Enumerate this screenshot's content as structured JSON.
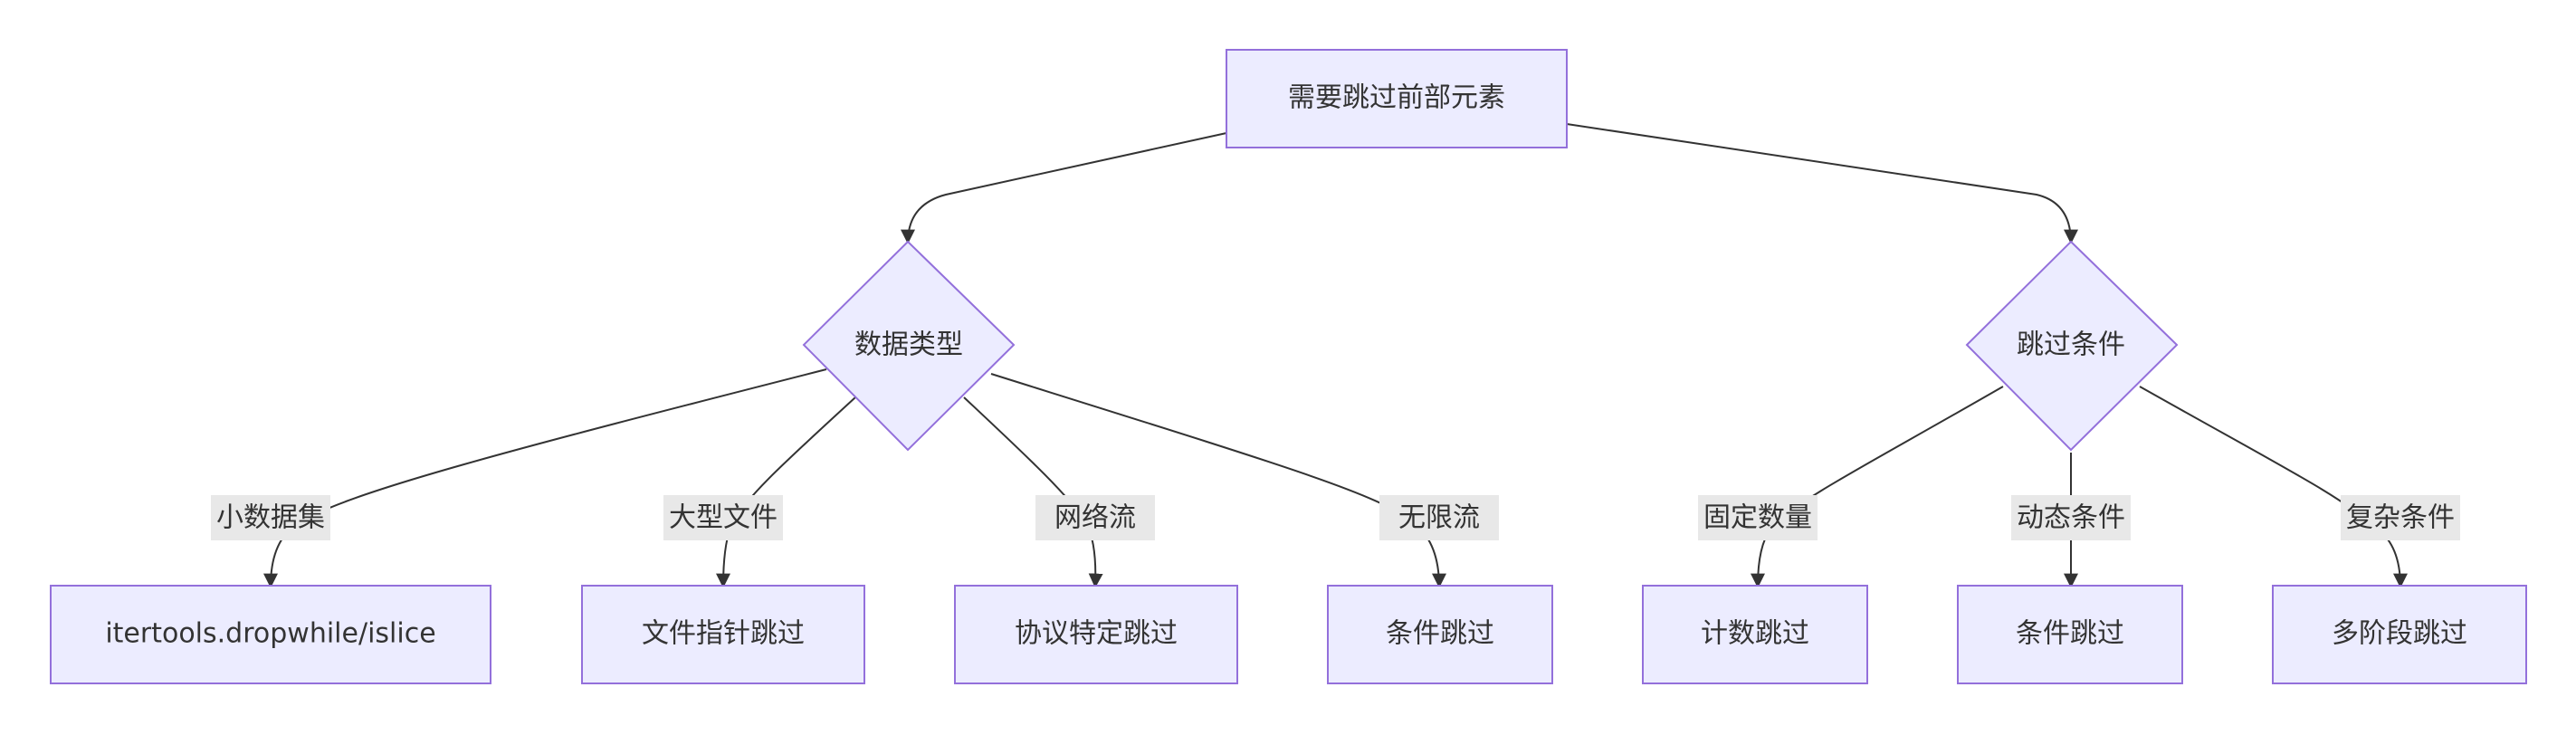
{
  "diagram": {
    "nodes": {
      "root": {
        "label": "需要跳过前部元素",
        "shape": "rect"
      },
      "data_type": {
        "label": "数据类型",
        "shape": "diamond"
      },
      "skip_condition": {
        "label": "跳过条件",
        "shape": "diamond"
      },
      "itertools": {
        "label": "itertools.dropwhile/islice",
        "shape": "rect"
      },
      "file_pointer": {
        "label": "文件指针跳过",
        "shape": "rect"
      },
      "protocol": {
        "label": "协议特定跳过",
        "shape": "rect"
      },
      "cond_skip_a": {
        "label": "条件跳过",
        "shape": "rect"
      },
      "count_skip": {
        "label": "计数跳过",
        "shape": "rect"
      },
      "cond_skip_b": {
        "label": "条件跳过",
        "shape": "rect"
      },
      "multistage": {
        "label": "多阶段跳过",
        "shape": "rect"
      }
    },
    "edges": [
      {
        "from": "root",
        "to": "data_type",
        "label": ""
      },
      {
        "from": "root",
        "to": "skip_condition",
        "label": ""
      },
      {
        "from": "data_type",
        "to": "itertools",
        "label": "小数据集"
      },
      {
        "from": "data_type",
        "to": "file_pointer",
        "label": "大型文件"
      },
      {
        "from": "data_type",
        "to": "protocol",
        "label": "网络流"
      },
      {
        "from": "data_type",
        "to": "cond_skip_a",
        "label": "无限流"
      },
      {
        "from": "skip_condition",
        "to": "count_skip",
        "label": "固定数量"
      },
      {
        "from": "skip_condition",
        "to": "cond_skip_b",
        "label": "动态条件"
      },
      {
        "from": "skip_condition",
        "to": "multistage",
        "label": "复杂条件"
      }
    ]
  },
  "colors": {
    "node_fill": "#ECECFF",
    "node_stroke": "#9370DB",
    "edge": "#333333",
    "label_bg": "#E8E8E8",
    "text": "#333333"
  }
}
